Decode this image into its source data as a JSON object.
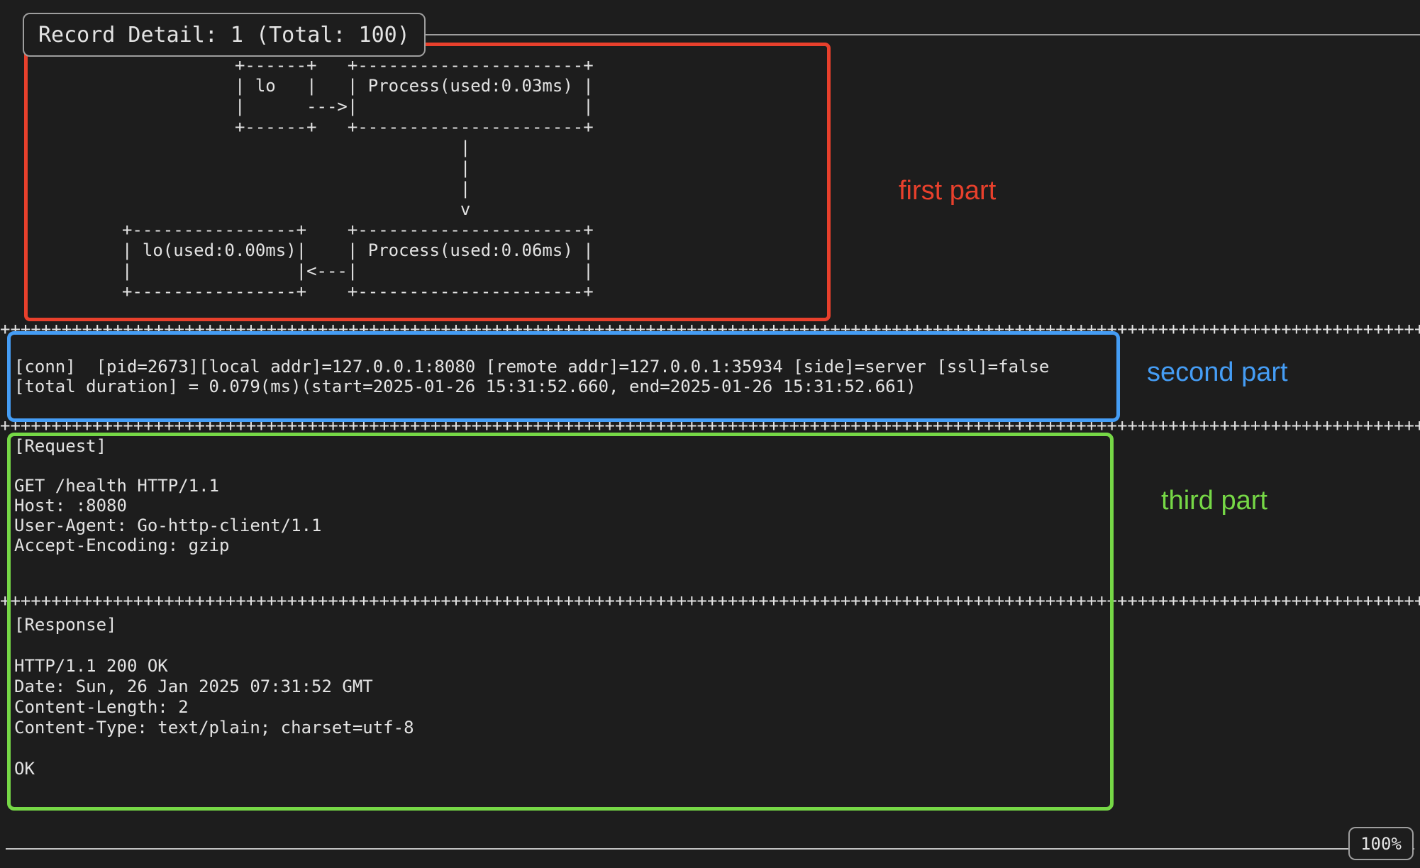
{
  "colors": {
    "bg": "#1d1d1d",
    "text": "#e3e3e3",
    "red": "#e8402c",
    "blue": "#459df5",
    "green": "#76d846",
    "border-gray": "#9e9e9e",
    "line-gray": "#c2c2c2"
  },
  "header": {
    "title": "Record Detail: 1 (Total: 100)"
  },
  "diagram": {
    "ascii": "           +------+   +----------------------+\n           | lo   |   | Process(used:0.03ms) |\n           |      --->|                      |\n           +------+   +----------------------+\n                                 |\n                                 |\n                                 |\n                                 v\n+----------------+    +----------------------+\n| lo(used:0.00ms)|    | Process(used:0.06ms) |\n|                |<---|                      |\n+----------------+    +----------------------+"
  },
  "separator_char": "+",
  "conn": {
    "text": "[conn]  [pid=2673][local addr]=127.0.0.1:8080 [remote addr]=127.0.0.1:35934 [side]=server [ssl]=false\n[total duration] = 0.079(ms)(start=2025-01-26 15:31:52.660, end=2025-01-26 15:31:52.661)"
  },
  "request": {
    "text": "[Request]\n\nGET /health HTTP/1.1\nHost: :8080\nUser-Agent: Go-http-client/1.1\nAccept-Encoding: gzip"
  },
  "response": {
    "text": "[Response]\n\nHTTP/1.1 200 OK\nDate: Sun, 26 Jan 2025 07:31:52 GMT\nContent-Length: 2\nContent-Type: text/plain; charset=utf-8\n\nOK"
  },
  "annotations": {
    "first": "first part",
    "second": "second part",
    "third": "third part"
  },
  "status": {
    "zoom": "100%"
  }
}
